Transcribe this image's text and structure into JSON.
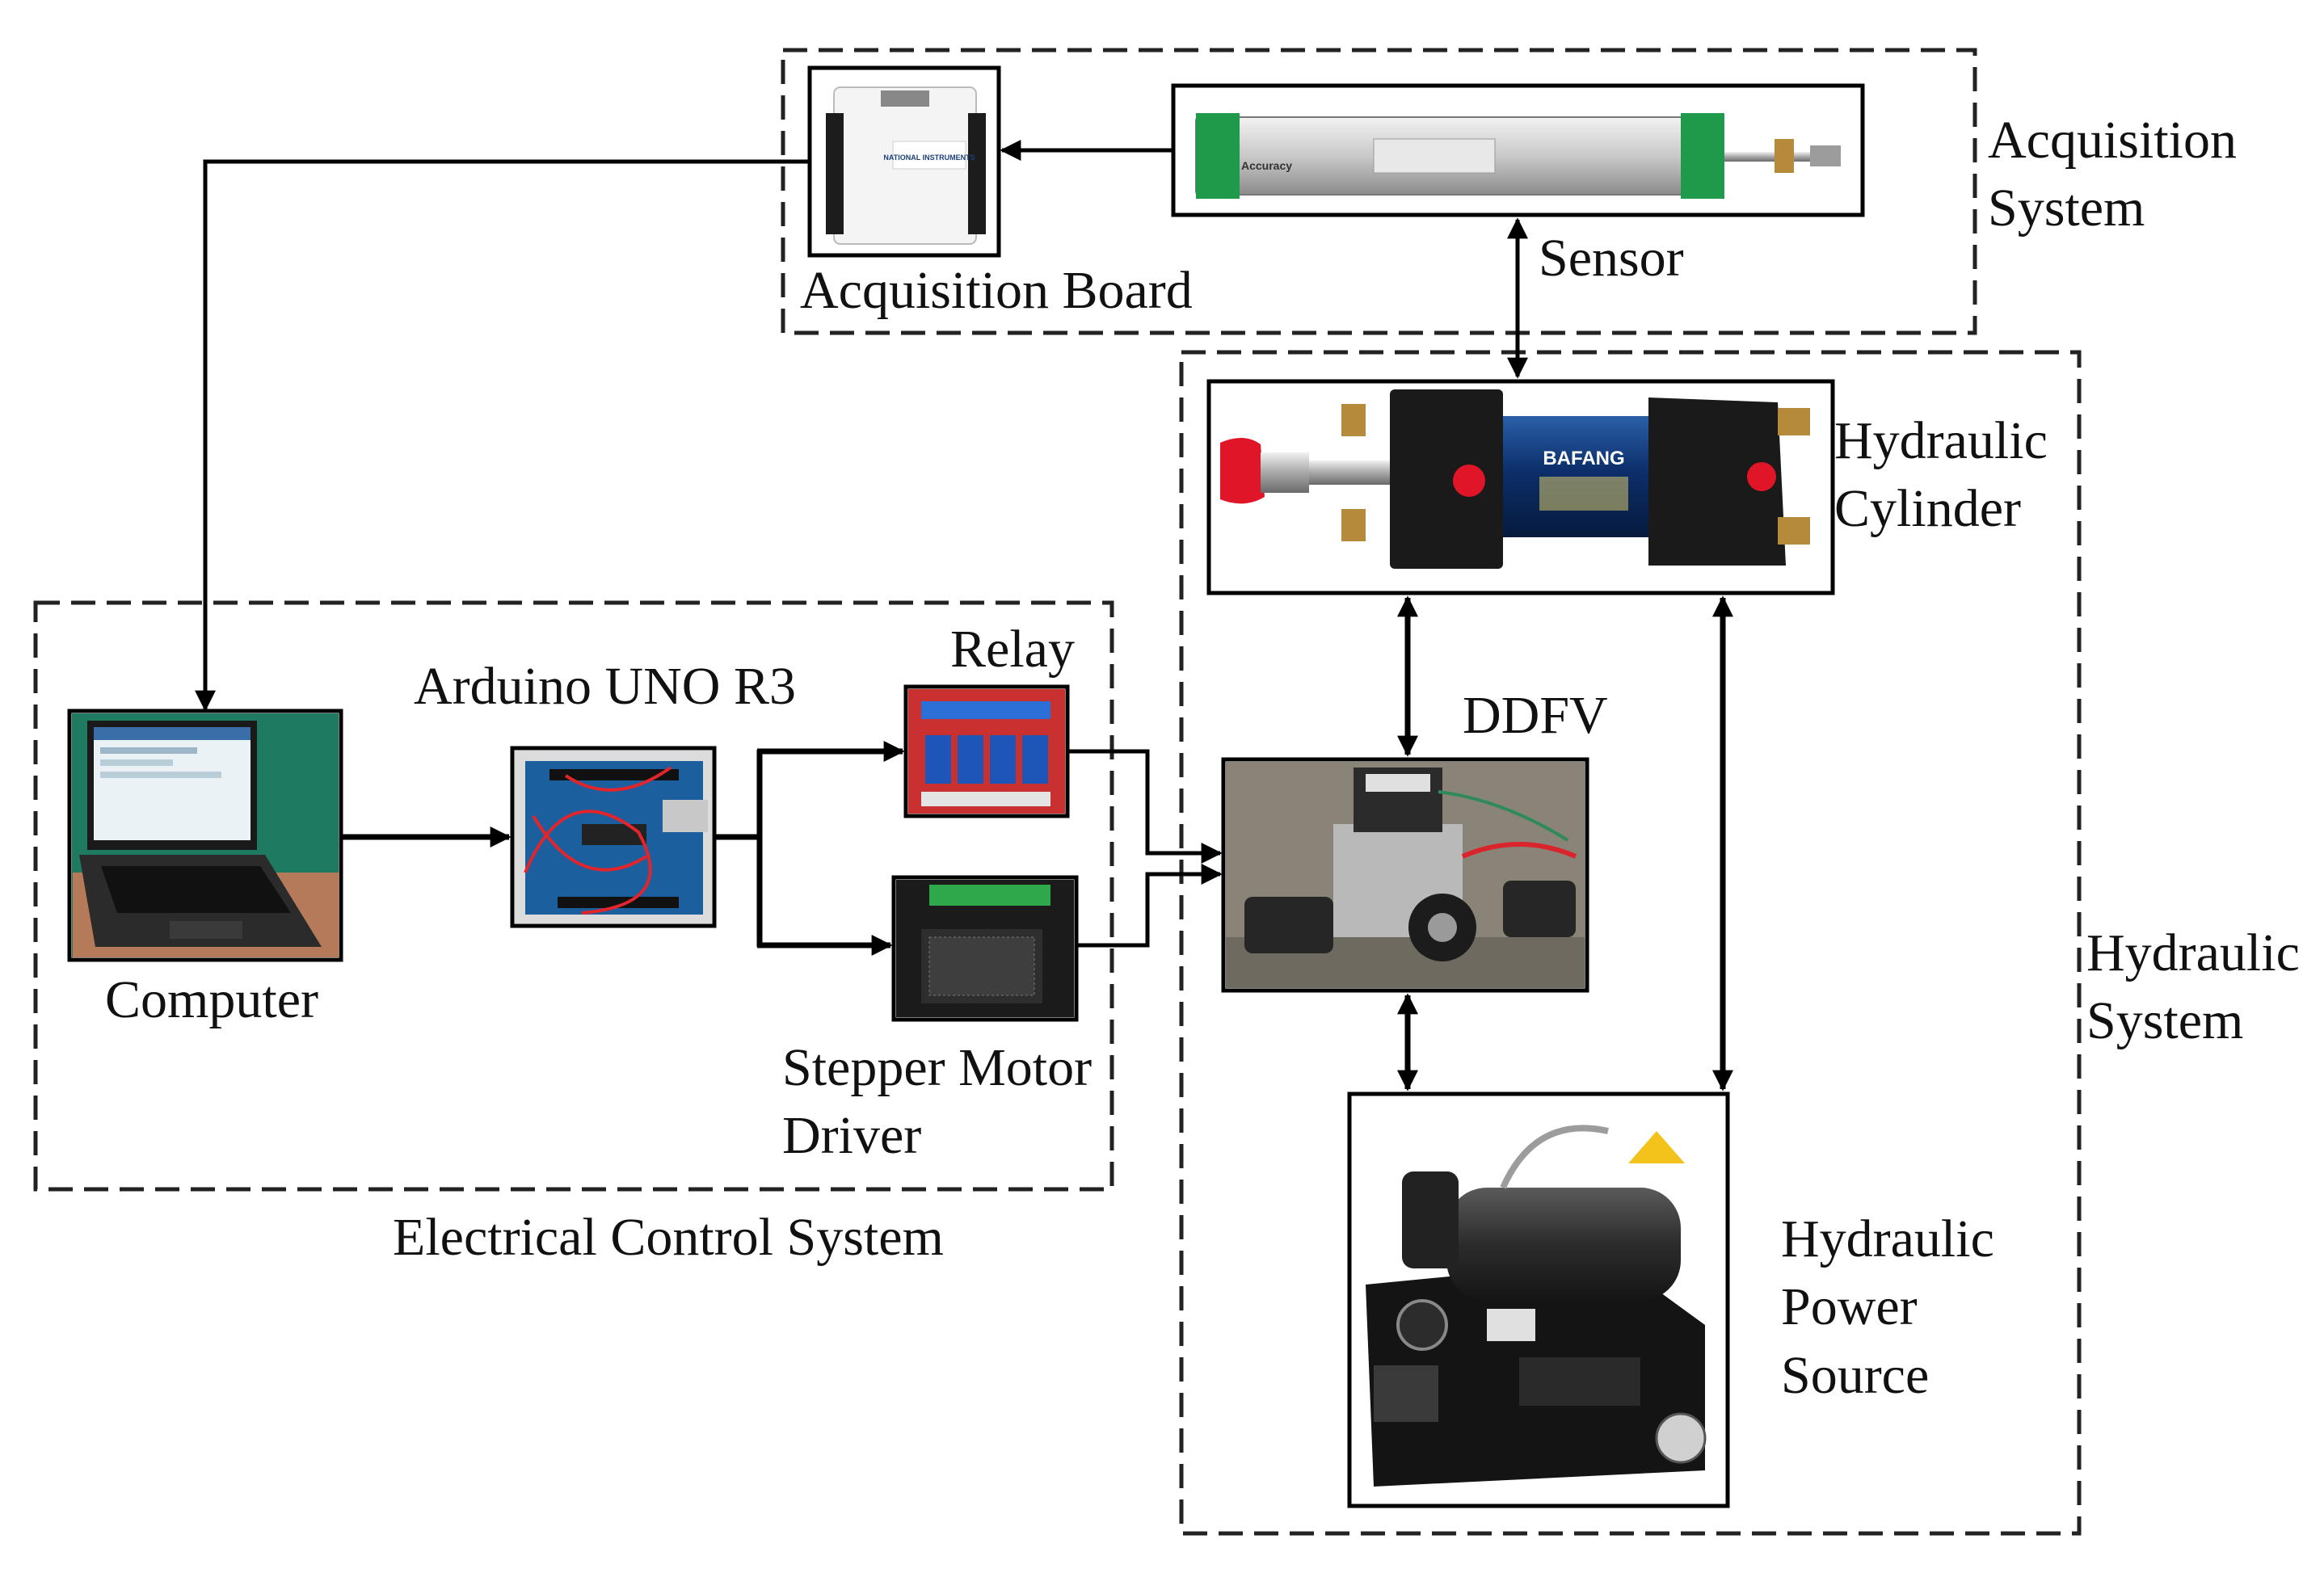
{
  "groups": {
    "acquisition": "Acquisition\nSystem",
    "hydraulic": "Hydraulic\nSystem",
    "electrical": "Electrical Control System"
  },
  "components": {
    "acquisition_board": "Acquisition  Board",
    "sensor": "Sensor",
    "hydraulic_cylinder": "Hydraulic\nCylinder",
    "ddfv": "DDFV",
    "hydraulic_power_source": "Hydraulic\nPower\nSource",
    "computer": "Computer",
    "arduino": "Arduino UNO R3",
    "relay": "Relay",
    "stepper_driver": "Stepper Motor\nDriver"
  },
  "device_markings": {
    "daq_brand": "NATIONAL INSTRUMENTS",
    "sensor_brand": "Accuracy",
    "cylinder_brand": "BAFANG"
  }
}
